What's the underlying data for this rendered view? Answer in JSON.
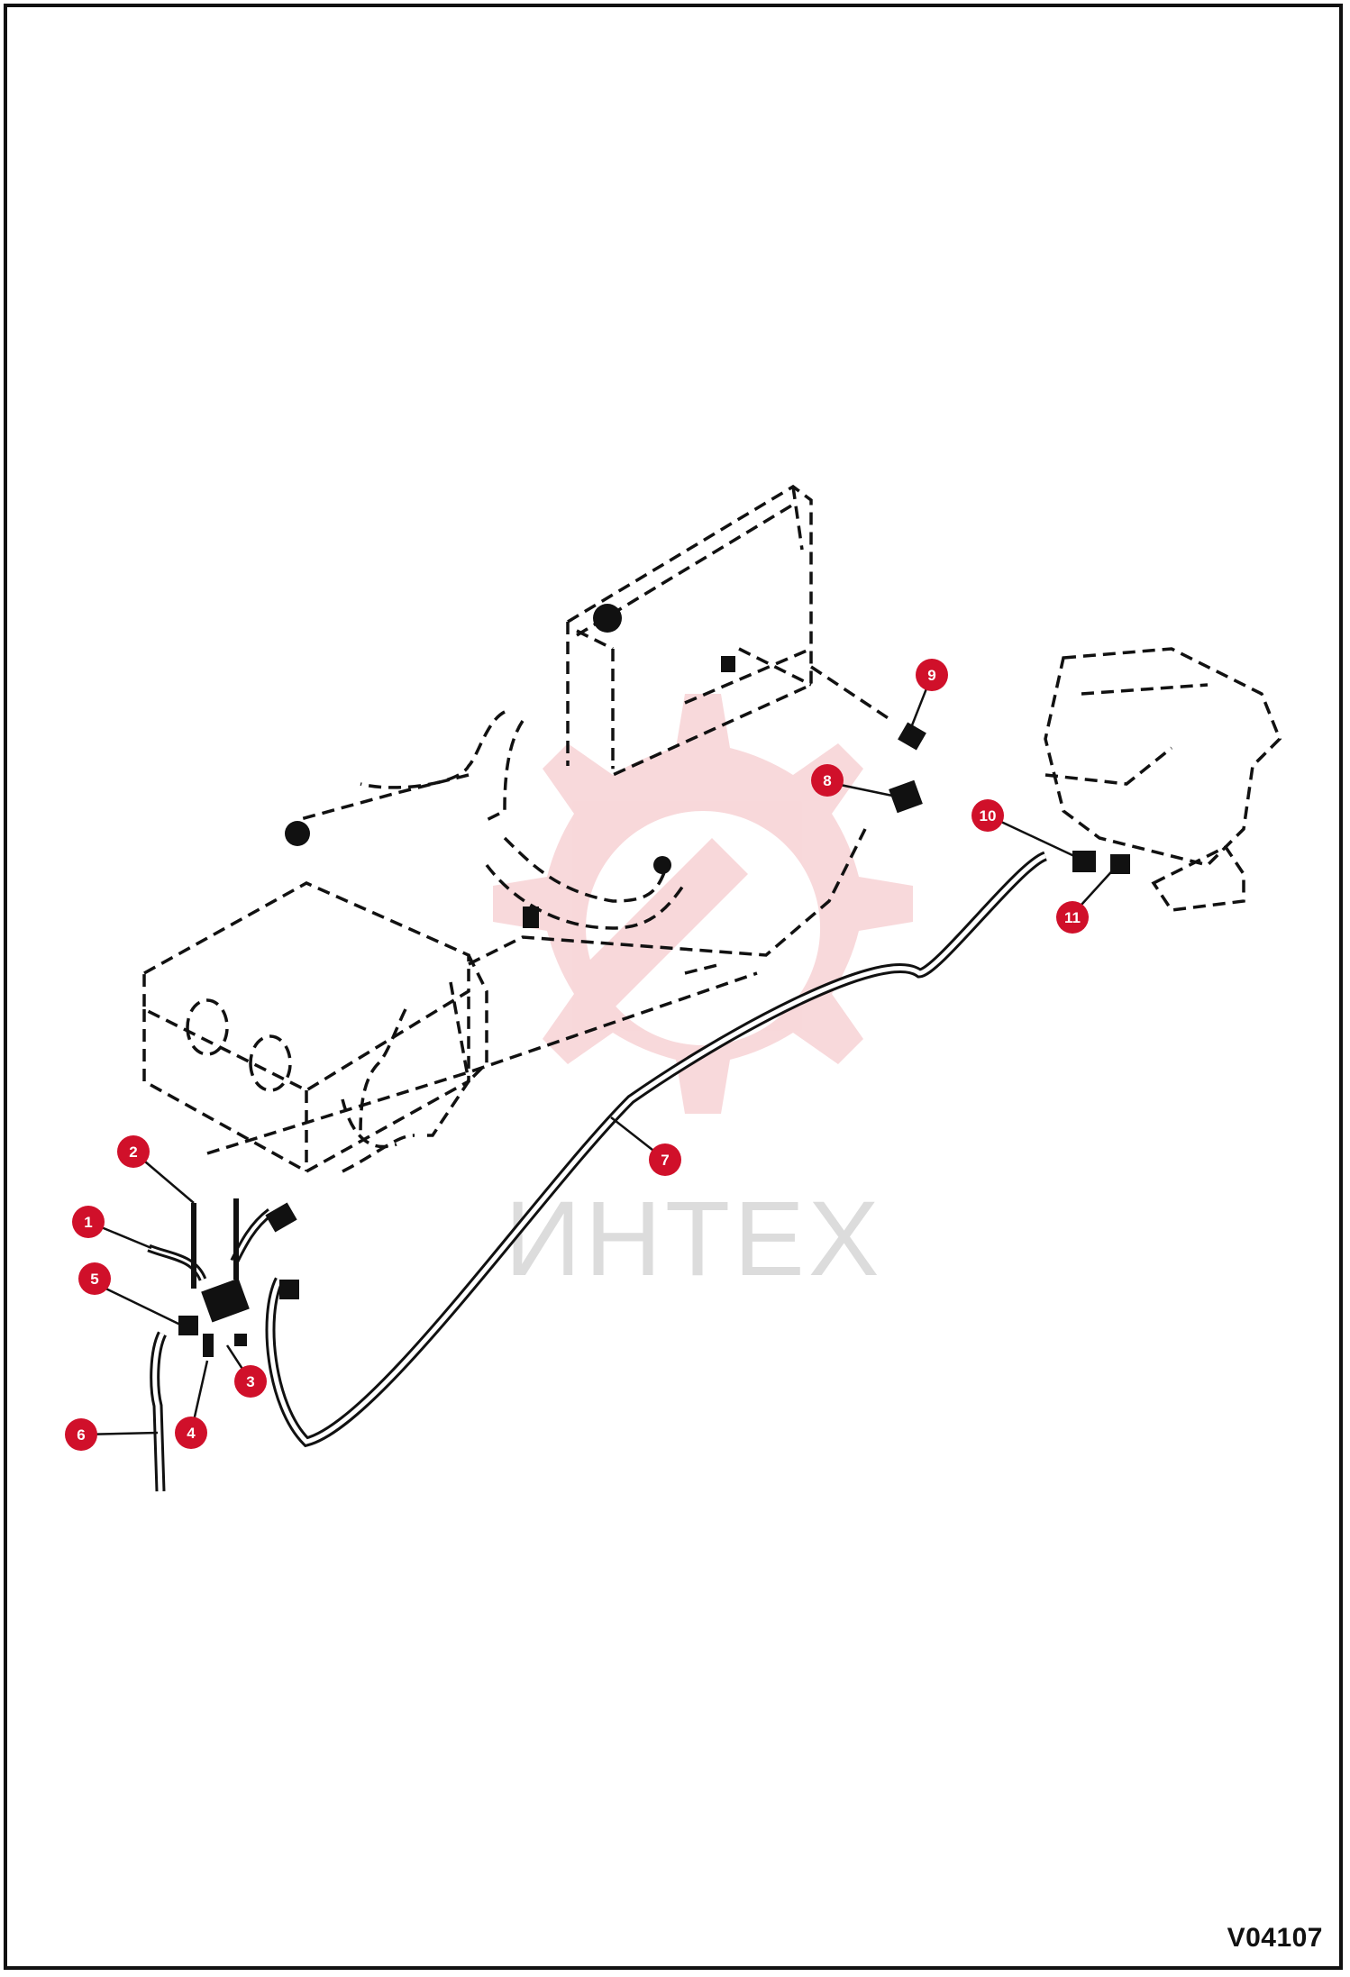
{
  "watermark": {
    "text": "ИНТЕХ",
    "gear_color": "#f3b9bd"
  },
  "drawing_code": "V04107",
  "colors": {
    "callout": "#d0102a",
    "line": "#111111"
  },
  "callouts": [
    "1",
    "2",
    "3",
    "4",
    "5",
    "6",
    "7",
    "8",
    "9",
    "10",
    "11"
  ]
}
